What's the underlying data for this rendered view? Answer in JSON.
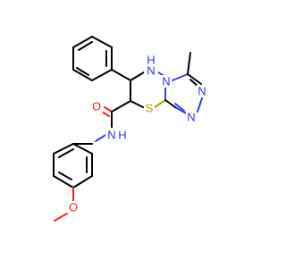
{
  "molecule": {
    "atoms": {
      "n_amide": "N",
      "h_amide": "H",
      "o_carbonyl": "O",
      "s_ring": "S",
      "n_ring_top": "N",
      "h_ring_top": "H",
      "n_triazole_bridge": "N",
      "n_triazole_right_top": "N",
      "n_triazole_right_bottom": "N",
      "o_methoxy": "O"
    },
    "colors": {
      "carbon": "#000000",
      "nitrogen": "#2f2fff",
      "sulfur": "#b3a300",
      "oxygen": "#ff1d1d"
    }
  }
}
